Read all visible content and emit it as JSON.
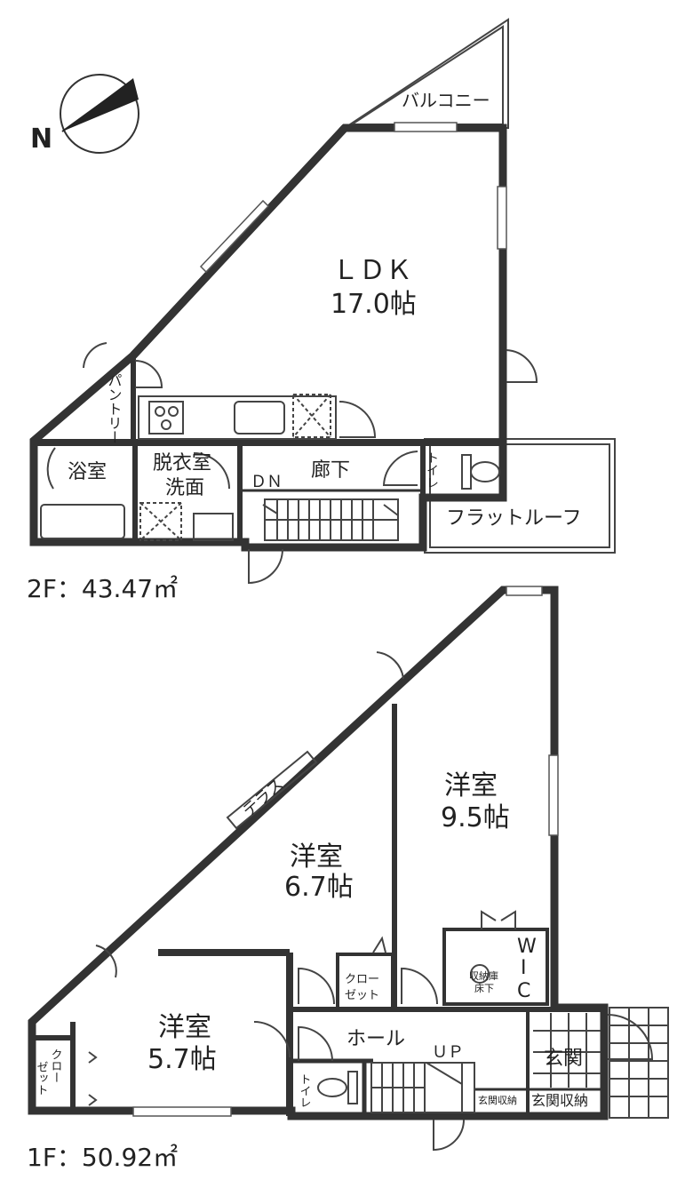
{
  "compass": {
    "letter": "N",
    "icon": "compass-north-icon"
  },
  "floor2": {
    "area_label": "2F：43.47㎡",
    "rooms": {
      "balcony": "バルコニー",
      "ldk_name": "ＬＤＫ",
      "ldk_size": "17.0帖",
      "pantry": "パントリー",
      "bath": "浴室",
      "dressing_line1": "脱衣室",
      "dressing_line2": "洗面",
      "dn": "ＤＮ",
      "corridor": "廊下",
      "toilet": "トイレ",
      "flat_roof": "フラットルーフ"
    }
  },
  "floor1": {
    "area_label": "1F：50.92㎡",
    "rooms": {
      "terrace": "テラス",
      "western_a_name": "洋室",
      "western_a_size": "9.5帖",
      "western_b_name": "洋室",
      "western_b_size": "6.7帖",
      "western_c_name": "洋室",
      "western_c_size": "5.7帖",
      "closet_mid_line1": "クロー",
      "closet_mid_line2": "ゼット",
      "closet_left_line1": "クロー",
      "closet_left_line2": "ゼット",
      "wic_w": "W",
      "wic_i": "I",
      "wic_c": "C",
      "storage_line1": "収納庫",
      "storage_line2": "床下",
      "hall": "ホール",
      "up": "ＵＰ",
      "toilet": "トイレ",
      "entrance": "玄関",
      "entrance_storage_small": "玄関収納",
      "entrance_storage": "玄関収納"
    }
  }
}
